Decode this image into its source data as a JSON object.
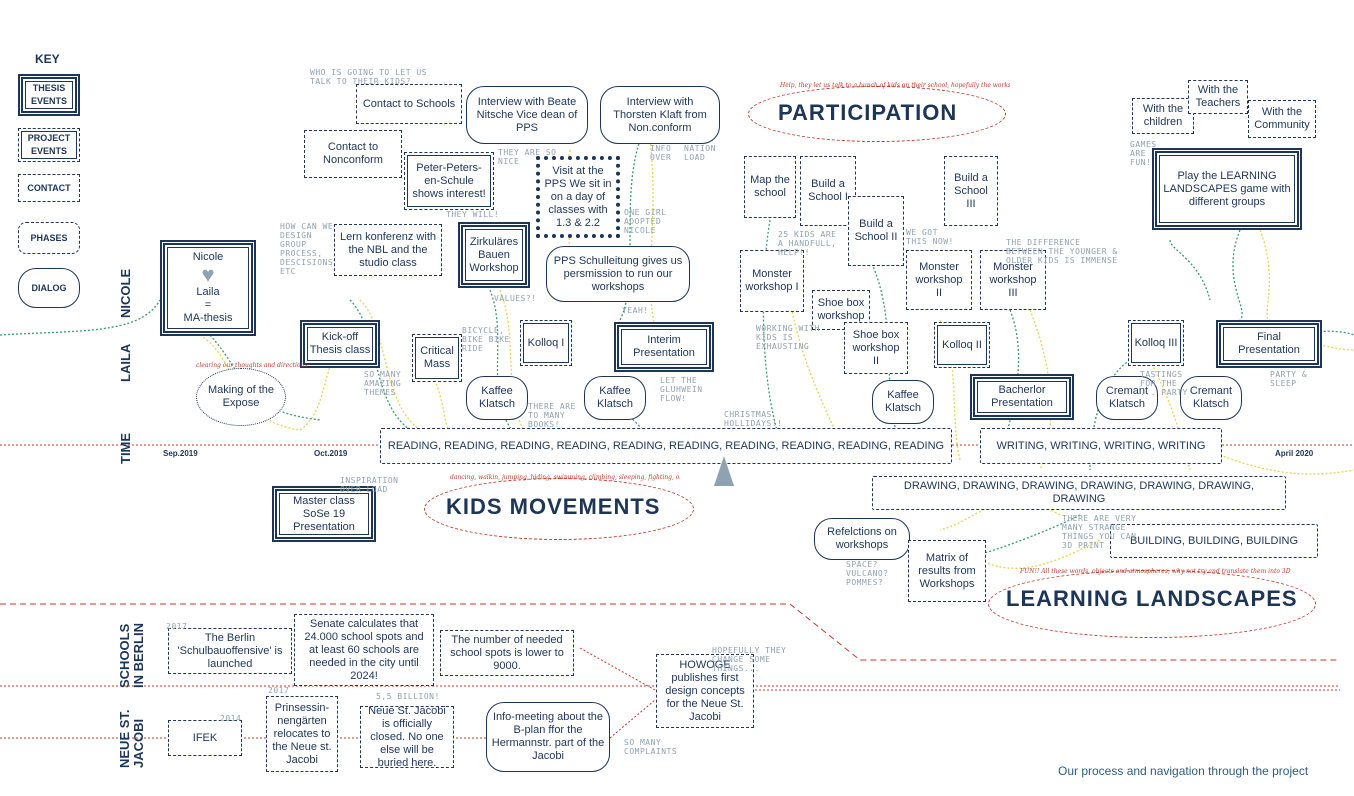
{
  "key": {
    "title": "KEY",
    "thesis_events": "THESIS EVENTS",
    "project_events": "PROJECT EVENTS",
    "contact": "CONTACT",
    "phases": "PHASES",
    "dialog": "DIALOG"
  },
  "lanes": {
    "nicole": "NICOLE",
    "laila": "LAILA",
    "time": "TIME",
    "schools": "SCHOOLS IN BERLIN",
    "neue": "NEUE ST. JACOBI"
  },
  "months": {
    "sep": "Sep.2019",
    "oct": "Oct.2019",
    "apr": "April 2020"
  },
  "headings": {
    "participation": "PARTICIPATION",
    "kids": "KIDS MOVEMENTS",
    "landscapes": "LEARNING LANDSCAPES",
    "footer": "Our process and navigation through the project"
  },
  "script": {
    "participation": "Help, they let us talk to a bunch of kids on their school, hopefully the workshop work!",
    "kids": "dancing, walkin, jumping, hiding, swimming, climbing, sleeping, fighting, observing, exploring, reading",
    "landscapes": "FUN!! All these words, objects and atmospheres, why not try and translate them into 3D"
  },
  "nicole": {
    "name": "Nicole",
    "heart": "♥",
    "laila": "Laila",
    "eq": "=",
    "thesis": "MA-thesis"
  },
  "boxes": {
    "contact_schools": "Contact to Schools",
    "contact_nonconform": "Contact to Nonconform",
    "peter": "Peter-Peters-en-Schule shows interest!",
    "interview_beate": "Interview with Beate Nitsche Vice dean of PPS",
    "interview_thorsten": "Interview with Thorsten Klaft from Non.conform",
    "visit_pps": "Visit at the PPS We sit in on a day of classes with 1.3 & 2.2",
    "lern": "Lern konferenz with the NBL and the studio class",
    "zirkular": "Zirkuläres Bauen Workshop",
    "pps_leitung": "PPS Schulleitung gives us persmission to run our workshops",
    "kickoff": "Kick-off Thesis class",
    "critical": "Critical Mass",
    "kolloq1": "Kolloq I",
    "interim": "Interim Presentation",
    "expose": "Making of the Expose",
    "kaffee1": "Kaffee Klatsch",
    "kaffee2": "Kaffee Klatsch",
    "kaffee3": "Kaffee Klatsch",
    "map": "Map the school",
    "build1": "Build a School I",
    "build2": "Build a School II",
    "build3": "Build a School III",
    "monster1": "Monster workshop I",
    "monster2": "Monster workshop II",
    "monster3": "Monster workshop III",
    "shoe1": "Shoe box workshop",
    "shoe2": "Shoe box workshop II",
    "kolloq2": "Kolloq II",
    "bachelor": "Bacherlor Presentation",
    "kolloq3": "Kolloq III",
    "final": "Final Presentation",
    "cremant1": "Cremant Klatsch",
    "cremant2": "Cremant Klatsch",
    "with_children": "With the children",
    "with_teachers": "With the Teachers",
    "with_community": "With the Community",
    "play": "Play the LEARNING LANDSCAPES game with different groups",
    "master": "Master class SoSe 19 Presentation",
    "reading": "READING, READING, READING, READING, READING, READING, READING, READING, READING, READING",
    "writing": "WRITING, WRITING, WRITING, WRITING",
    "drawing": "DRAWING, DRAWING, DRAWING, DRAWING, DRAWING, DRAWING, DRAWING",
    "building": "BUILDING, BUILDING, BUILDING",
    "reflections": "Refelctions on workshops",
    "matrix": "Matrix of results from Workshops",
    "berlin": "The Berlin 'Schulbauoffensive' is launched",
    "senate": "Senate calculates that 24.000 school spots and at least 60 schools are needed in the city until 2024!",
    "needed": "The number of needed school spots is lower to 9000.",
    "howoge": "HOWOGE publishes first design concepts for the Neue St. Jacobi",
    "ifek": "IFEK",
    "prinsessin": "Prinsessin-nengärten relocates to the Neue st. Jacobi",
    "jacobi_closed": "Neue St. Jacobi is officially closed. No one else will be buried here.",
    "infomeeting": "Info-meeting about the B-plan ffor the Hermannstr. part of the Jacobi"
  },
  "notes": {
    "who": "WHO IS GOING TO LET US TALK TO THEIR KIDS?",
    "nice": "THEY ARE SO NICE",
    "info": "INFO OVER",
    "nation": "NATION LOAD",
    "they_will": "THEY WILL!",
    "adopted": "ONE GIRL ADOPTED NICOLE",
    "how": "HOW CAN WE DESIGN GROUP PROCESS, DESCISIONS ETC",
    "values": "VALUES?!",
    "yeah": "YEAH!",
    "bicycle": "BICYCLE, BIKE BIKE RIDE",
    "amazing": "SO MANY AMAZING THEMES",
    "books": "THERE ARE TO MANY BOOKS!",
    "gluhwein": "LET THE GLUHWEIN FLOW!",
    "christmas": "CHRISTMAS HOLLIDAYS!!",
    "handful": "25 KIDS ARE A HANDFULL, HELP!!",
    "exhausting": "WORKING WITH KIDS IS EXHAUSTING",
    "got": "WE GOT THIS NOW!",
    "difference": "THE DIFFERENCE BETWEEN THE YOUNGER & OLDER KIDS IS IMMENSE",
    "games": "GAMES ARE FUN!",
    "tastings": "TASTINGS FOR THE ... PARTY",
    "party": "PARTY & SLEEP",
    "inspiration": "INSPIRATION OVER LOAD",
    "strange": "THERE ARE VERY MANY STRANGE THINGS YOU CAN 3D PRINT",
    "space": "SPACE? VULCANO? POMMES?",
    "hopefully": "HOPEFULLY THEY CHANGE SOME THINGS...",
    "billion": "5,5 BILLION!",
    "complaints": "SO MANY COMPLAINTS",
    "y2017a": "2017",
    "y2017b": "2017",
    "y2014": "2014",
    "thoughts": "clearing our thoughts and directions"
  },
  "colors": {
    "navy": "#1d3557",
    "red": "#c0392b",
    "yellow": "#e8d44d",
    "green": "#3c9a6b",
    "grey": "#8fa2b1"
  }
}
